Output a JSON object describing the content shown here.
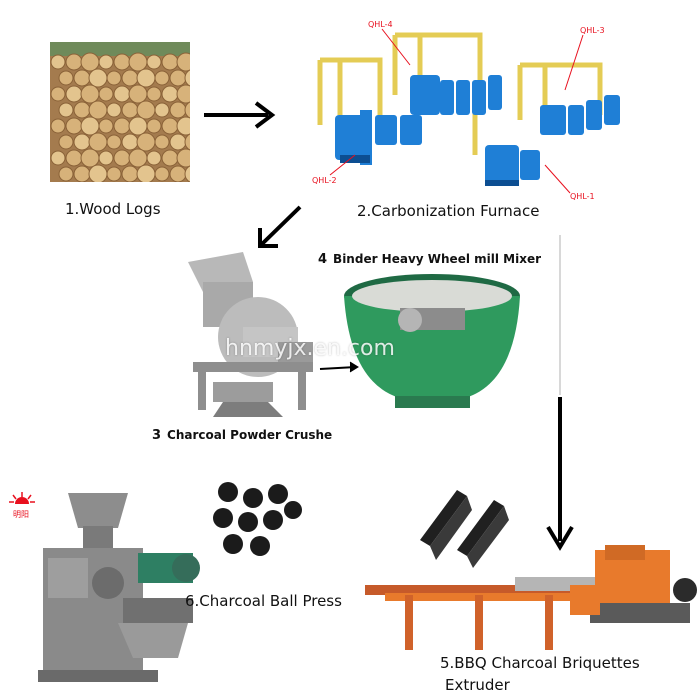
{
  "steps": {
    "s1": {
      "label": "1.Wood Logs"
    },
    "s2": {
      "label": "2.Carbonization Furnace"
    },
    "s3": {
      "num": "3",
      "label": "Charcoal Powder Crushe"
    },
    "s4": {
      "num": "4",
      "label": "Binder Heavy Wheel mill Mixer"
    },
    "s5": {
      "label_line1": "5.BBQ Charcoal Briquettes",
      "label_line2": "Extruder"
    },
    "s6": {
      "label": "6.Charcoal Ball Press"
    }
  },
  "furnace_tags": [
    "QHL-4",
    "QHL-3",
    "QHL-2",
    "QHL-1"
  ],
  "watermark": "hnmyjx.en.com",
  "logo_text": "明阳",
  "colors": {
    "arrow": "#000000",
    "tag": "#e8101e",
    "furnace_blue": "#1f7fd6",
    "pipe_yellow": "#e4cc55",
    "mixer_green": "#2f9a5e",
    "extruder_orange": "#e87a2c"
  }
}
